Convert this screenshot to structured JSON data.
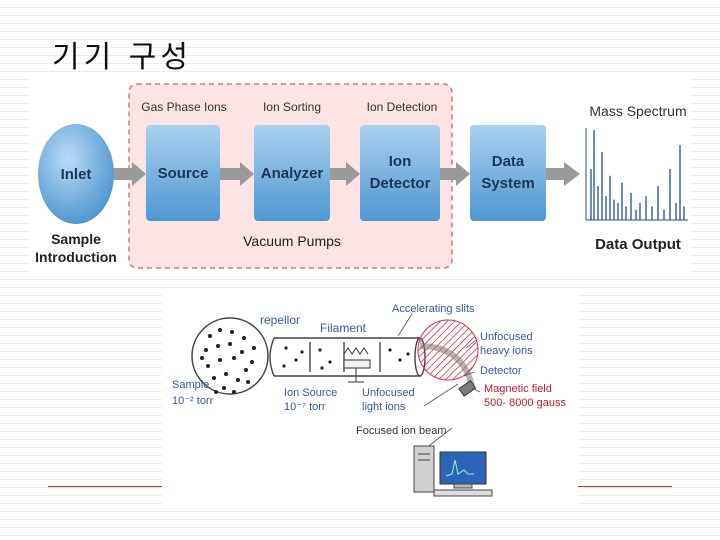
{
  "slide": {
    "title": "기기 구성"
  },
  "flow": {
    "stage_labels": [
      "Gas Phase Ions",
      "Ion Sorting",
      "Ion Detection"
    ],
    "inlet": "Inlet",
    "sample_intro": [
      "Sample",
      "Introduction"
    ],
    "source": "Source",
    "analyzer": "Analyzer",
    "detector": [
      "Ion",
      "Detector"
    ],
    "data_system": [
      "Data",
      "System"
    ],
    "vacuum": "Vacuum Pumps",
    "mass_spectrum": "Mass Spectrum",
    "data_output": "Data Output"
  },
  "apparatus": {
    "repellor": "repellor",
    "filament": "Filament",
    "accelerating_slits": "Accelerating slits",
    "unfocused_heavy": [
      "Unfocused",
      "heavy ions"
    ],
    "detector": "Detector",
    "magnetic_field": [
      "Magnetic field",
      "500- 8000 gauss"
    ],
    "sample": [
      "Sample",
      "10⁻² torr"
    ],
    "ion_source": [
      "Ion Source",
      "10⁻⁷ torr"
    ],
    "unfocused_light": [
      "Unfocused",
      "light ions"
    ],
    "focused_beam": "Focused ion beam"
  },
  "colors": {
    "box_blue": "#5aa3d8",
    "dashed_red": "#e0737a",
    "label_blue": "#3559a8",
    "label_red": "#c0202a"
  }
}
